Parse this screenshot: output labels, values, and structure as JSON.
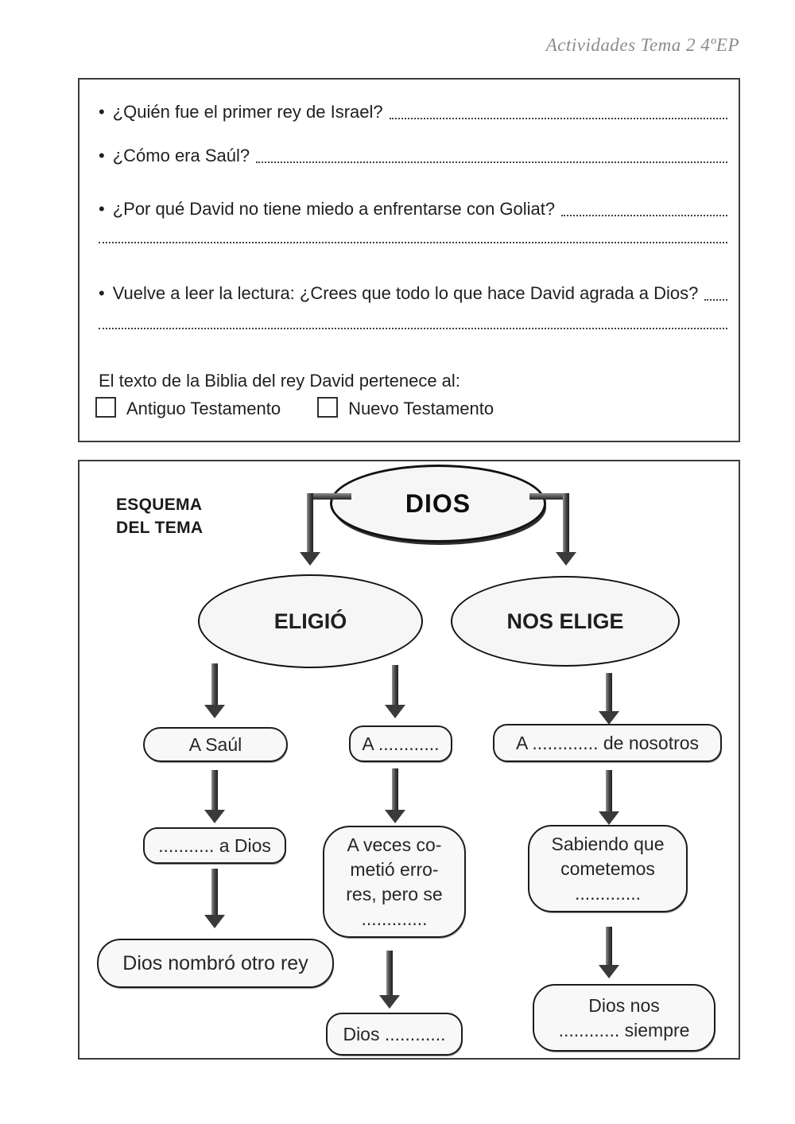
{
  "page": {
    "header": "Actividades Tema 2  4ºEP"
  },
  "colors": {
    "ink": "#1f1f1f",
    "panel_border": "#3c3c3c",
    "node_fill": "#f6f6f6",
    "header_gray": "#8b8b8b",
    "arrow": "#3a3a3a"
  },
  "questions_box": {
    "bullet": "•",
    "questions": [
      {
        "text": "¿Quién fue el primer rey de Israel?"
      },
      {
        "text": "¿Cómo era Saúl?"
      },
      {
        "text": "¿Por qué David no tiene miedo a enfrentarse con Goliat?"
      },
      {
        "text": "Vuelve a leer la lectura: ¿Crees que todo lo que hace David agrada a Dios?"
      }
    ],
    "statement": "El texto de la Biblia del rey David pertenece al:",
    "options": [
      {
        "label": "Antiguo Testamento",
        "checked": false
      },
      {
        "label": "Nuevo Testamento",
        "checked": false
      }
    ]
  },
  "diagram": {
    "title_line1": "ESQUEMA",
    "title_line2": "DEL TEMA",
    "root": "DIOS",
    "branch_left": "ELIGIÓ",
    "branch_right": "NOS ELIGE",
    "nodes": {
      "a_saul": "A Saúl",
      "a_blank": "A ............",
      "a_nosotros": "A ............. de nosotros",
      "a_dios": "........... a Dios",
      "a_veces": [
        "A veces co-",
        "metió erro-",
        "res, pero se",
        "............."
      ],
      "sabiendo": [
        "Sabiendo que",
        "cometemos",
        "............."
      ],
      "dios_nombro": "Dios nombró otro rey",
      "dios_blank": "Dios ............",
      "dios_nos": [
        "Dios nos",
        "............ siempre"
      ]
    }
  }
}
